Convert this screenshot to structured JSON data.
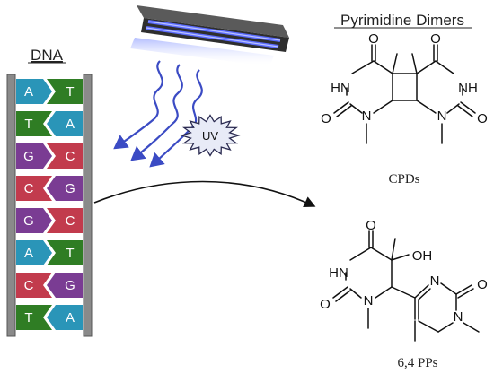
{
  "dna": {
    "title": "DNA",
    "pairs": [
      {
        "left": "A",
        "right": "T"
      },
      {
        "left": "T",
        "right": "A"
      },
      {
        "left": "G",
        "right": "C"
      },
      {
        "left": "C",
        "right": "G"
      },
      {
        "left": "G",
        "right": "C"
      },
      {
        "left": "A",
        "right": "T"
      },
      {
        "left": "C",
        "right": "G"
      },
      {
        "left": "T",
        "right": "A"
      }
    ],
    "base_colors": {
      "A": "#2a95b8",
      "T": "#2f7d24",
      "G": "#7a3c93",
      "C": "#c23b4d"
    }
  },
  "uv_lamp": {
    "burst_label": "UV",
    "ray_color": "#3b4bc4"
  },
  "dimers": {
    "title": "Pyrimidine Dimers",
    "cpd_caption": "CPDs",
    "pp_caption": "6,4 PPs",
    "atoms": {
      "o": "O",
      "n": "N",
      "hn": "HN",
      "nh": "NH",
      "oh": "OH"
    }
  }
}
